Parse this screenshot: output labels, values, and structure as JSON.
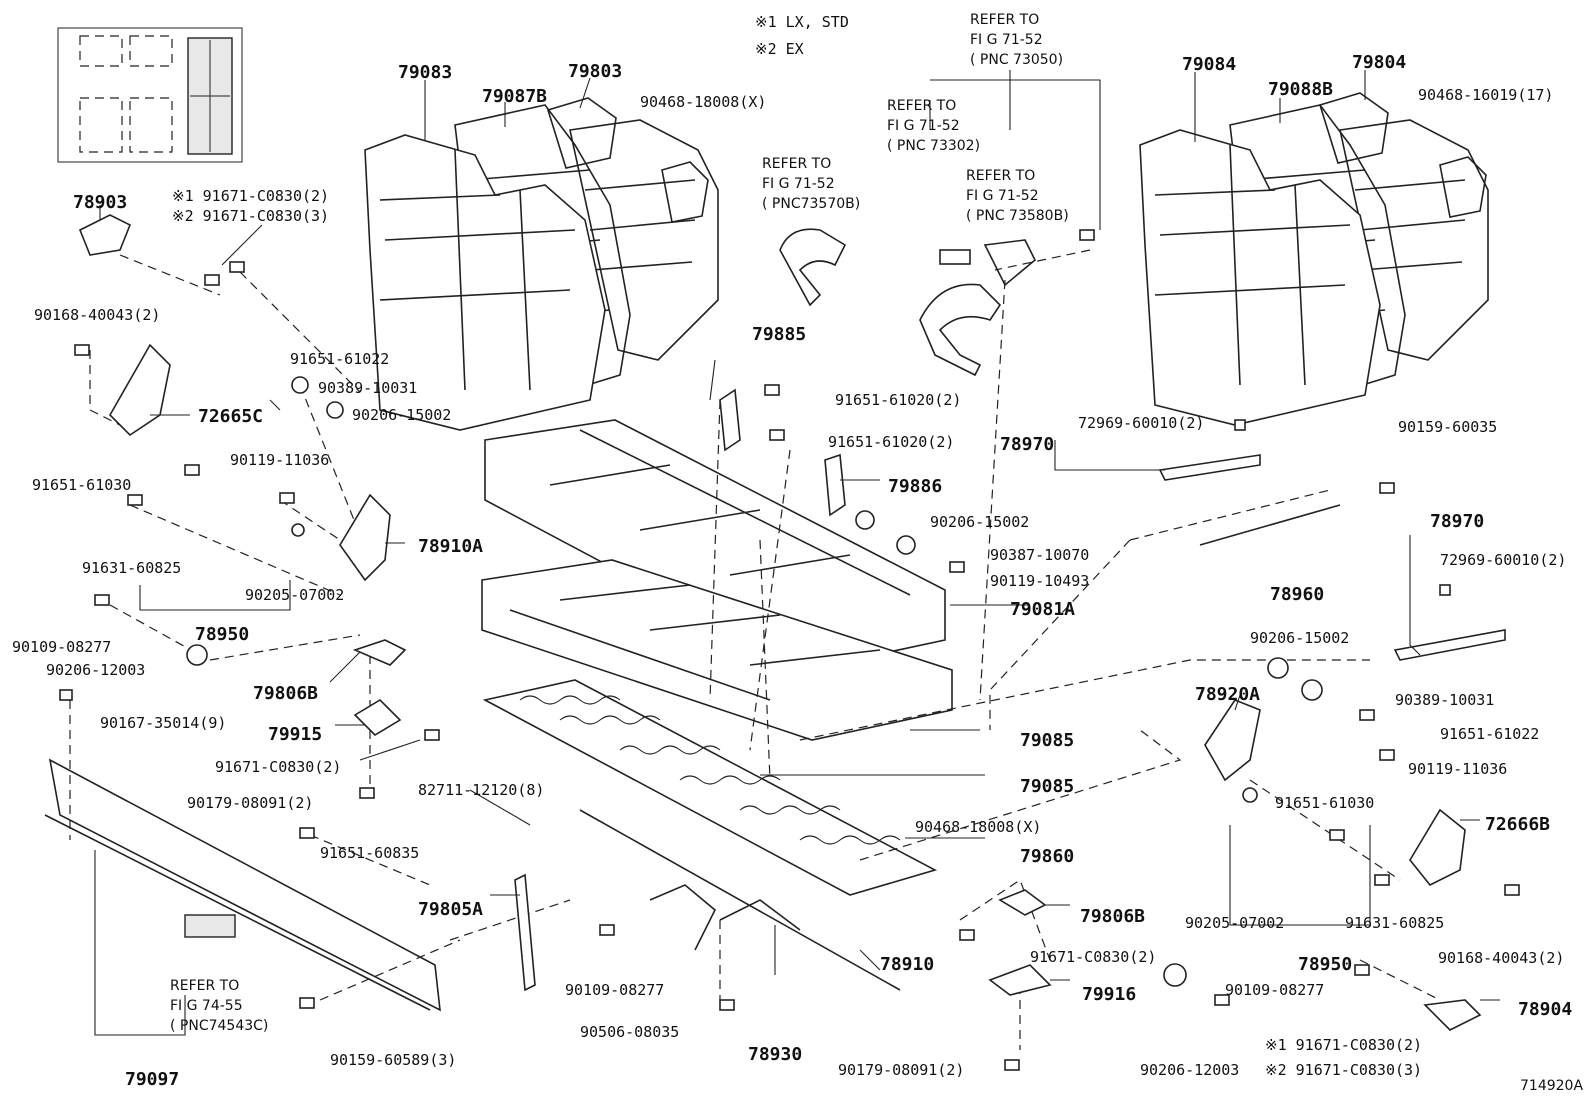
{
  "notes": {
    "n1": "※1  LX, STD",
    "n2": "※2  EX"
  },
  "refs": {
    "r1": [
      "REFER TO",
      "FI G 71-52",
      "( PNC 73050)"
    ],
    "r2": [
      "REFER TO",
      "FI G 71-52",
      "( PNC 73302)"
    ],
    "r3": [
      "REFER TO",
      "FI G 71-52",
      "( PNC 73580B)"
    ],
    "r4": [
      "REFER TO",
      "FI G 71-52",
      "( PNC73570B)"
    ],
    "r5": [
      "REFER TO",
      "FI G 74-55",
      "( PNC74543C)"
    ]
  },
  "diagram_id": "714920A",
  "labels": {
    "l79083": "79083",
    "l79087B": "79087B",
    "l79803": "79803",
    "l90468_18008_top": "90468-18008(X)",
    "l79084": "79084",
    "l79088B": "79088B",
    "l79804": "79804",
    "l90468_16019": "90468-16019(17)",
    "l78903": "78903",
    "l91671_1": "※1  91671-C0830(2)",
    "l91671_2": "※2  91671-C0830(3)",
    "l90168_left": "90168-40043(2)",
    "l91651_61022_left": "91651-61022",
    "l90389_left": "90389-10031",
    "l90206_15002_left": "90206-15002",
    "l72665C": "72665C",
    "l90119_11036_left": "90119-11036",
    "l91651_61030_left": "91651-61030",
    "l78910A": "78910A",
    "l91631_left": "91631-60825",
    "l90205_left": "90205-07002",
    "l78950_left": "78950",
    "l90109_left": "90109-08277",
    "l90206_12003_left": "90206-12003",
    "l79806B_left": "79806B",
    "l90167": "90167-35014(9)",
    "l79915": "79915",
    "l91671_single": "91671-C0830(2)",
    "l90179_left": "90179-08091(2)",
    "l82711": "82711-12120(8)",
    "l91651_60835": "91651-60835",
    "l79805A": "79805A",
    "l90109_mid": "90109-08277",
    "l90506": "90506-08035",
    "l78930": "78930",
    "l78910": "78910",
    "l79097": "79097",
    "l90159_60589": "90159-60589(3)",
    "l79885": "79885",
    "l91651_61020_a": "91651-61020(2)",
    "l91651_61020_b": "91651-61020(2)",
    "l79886": "79886",
    "l90206_15002_mid": "90206-15002",
    "l90387": "90387-10070",
    "l90119_10493": "90119-10493",
    "l79081A": "79081A",
    "l79085_a": "79085",
    "l79085_b": "79085",
    "l90468_18008_mid": "90468-18008(X)",
    "l79860": "79860",
    "l78970_a": "78970",
    "l72969_a": "72969-60010(2)",
    "l90159_60035": "90159-60035",
    "l78960": "78960",
    "l78970_b": "78970",
    "l72969_b": "72969-60010(2)",
    "l90206_15002_right": "90206-15002",
    "l78920A": "78920A",
    "l90389_right": "90389-10031",
    "l91651_61022_right": "91651-61022",
    "l90119_11036_right": "90119-11036",
    "l91651_61030_right": "91651-61030",
    "l72666B": "72666B",
    "l90205_right": "90205-07002",
    "l91631_right": "91631-60825",
    "l78950_right": "78950",
    "l90168_right": "90168-40043(2)",
    "l79806B_right": "79806B",
    "l91671_right_single": "91671-C0830(2)",
    "l79916": "79916",
    "l90109_right": "90109-08277",
    "l78904": "78904",
    "l90179_right": "90179-08091(2)",
    "l90206_12003_right": "90206-12003",
    "l91671_r1": "※1  91671-C0830(2)",
    "l91671_r2": "※2  91671-C0830(3)"
  }
}
